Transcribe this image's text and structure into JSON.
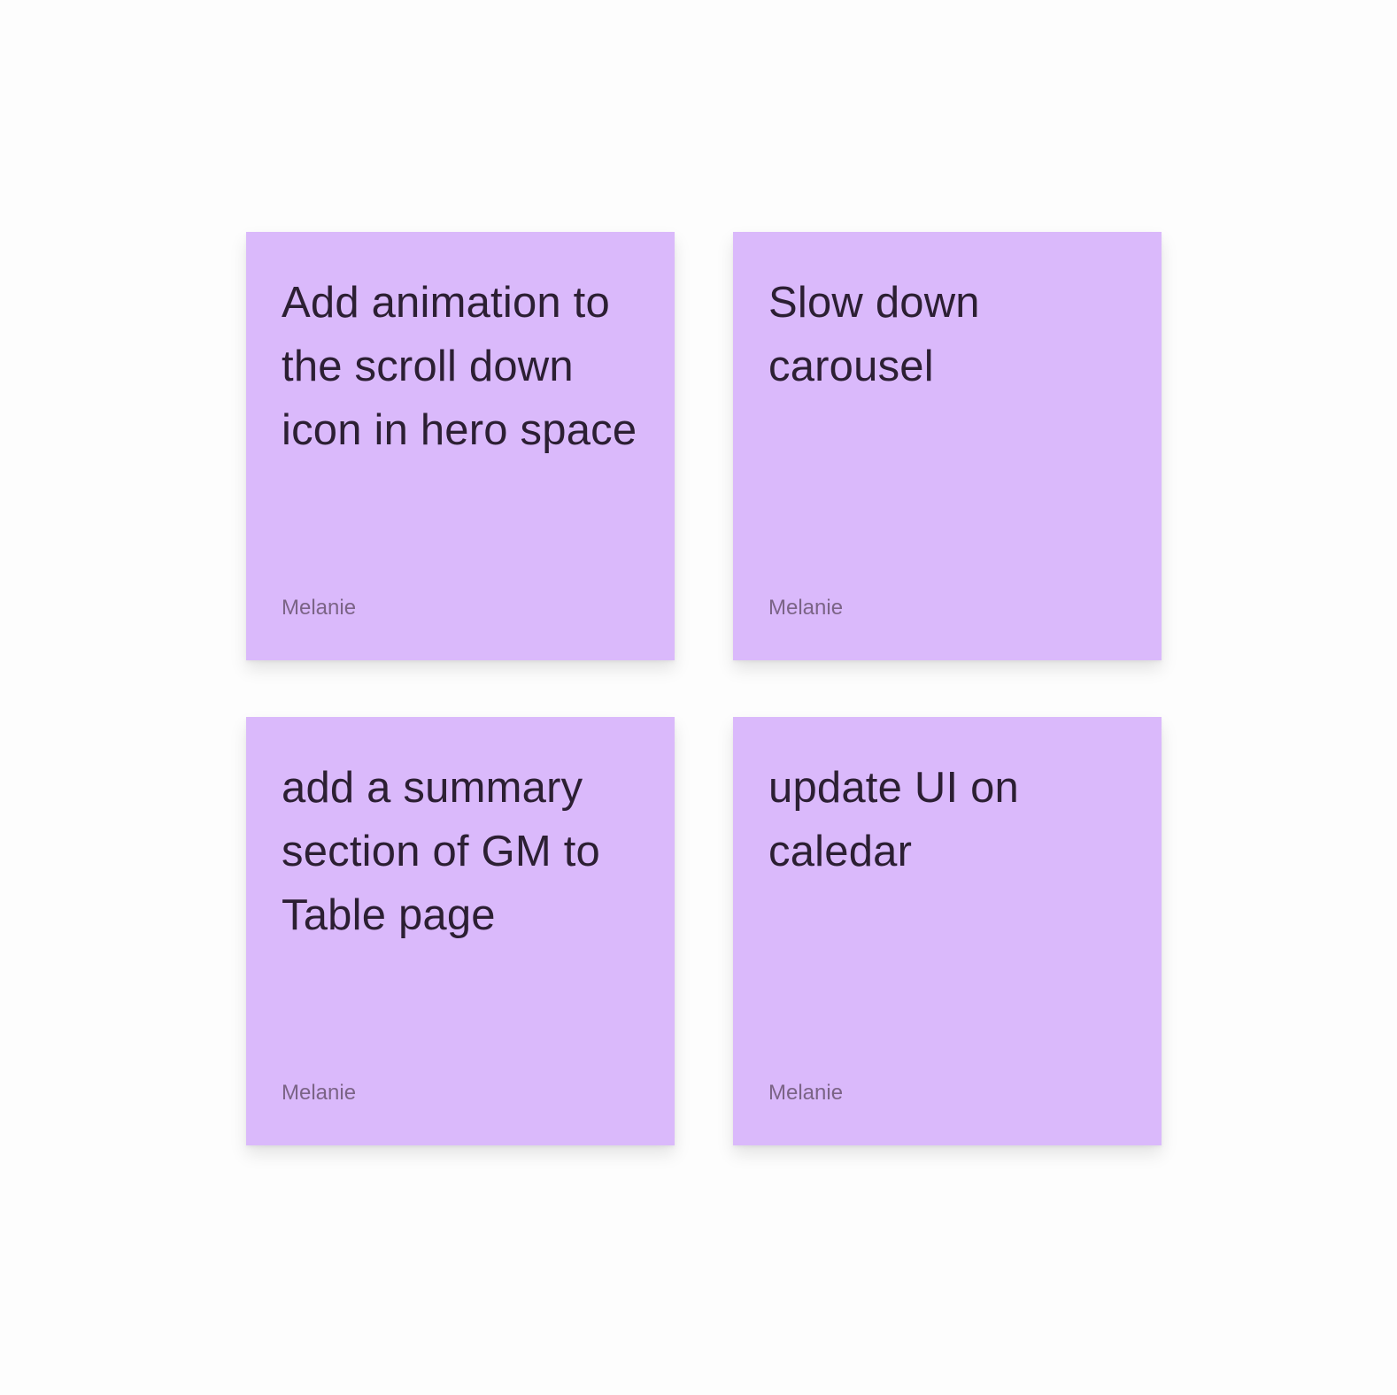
{
  "colors": {
    "canvas_background": "#fdfdfd",
    "sticky_fill": "#dab9fb",
    "text": "#2c1f33",
    "author_text": "#7b6486"
  },
  "notes": [
    {
      "text": "Add animation to the scroll down icon in hero space",
      "author": "Melanie"
    },
    {
      "text": "Slow down carousel",
      "author": "Melanie"
    },
    {
      "text": "add a summary section of GM to Table page",
      "author": "Melanie"
    },
    {
      "text": "update UI on caledar",
      "author": "Melanie"
    }
  ]
}
